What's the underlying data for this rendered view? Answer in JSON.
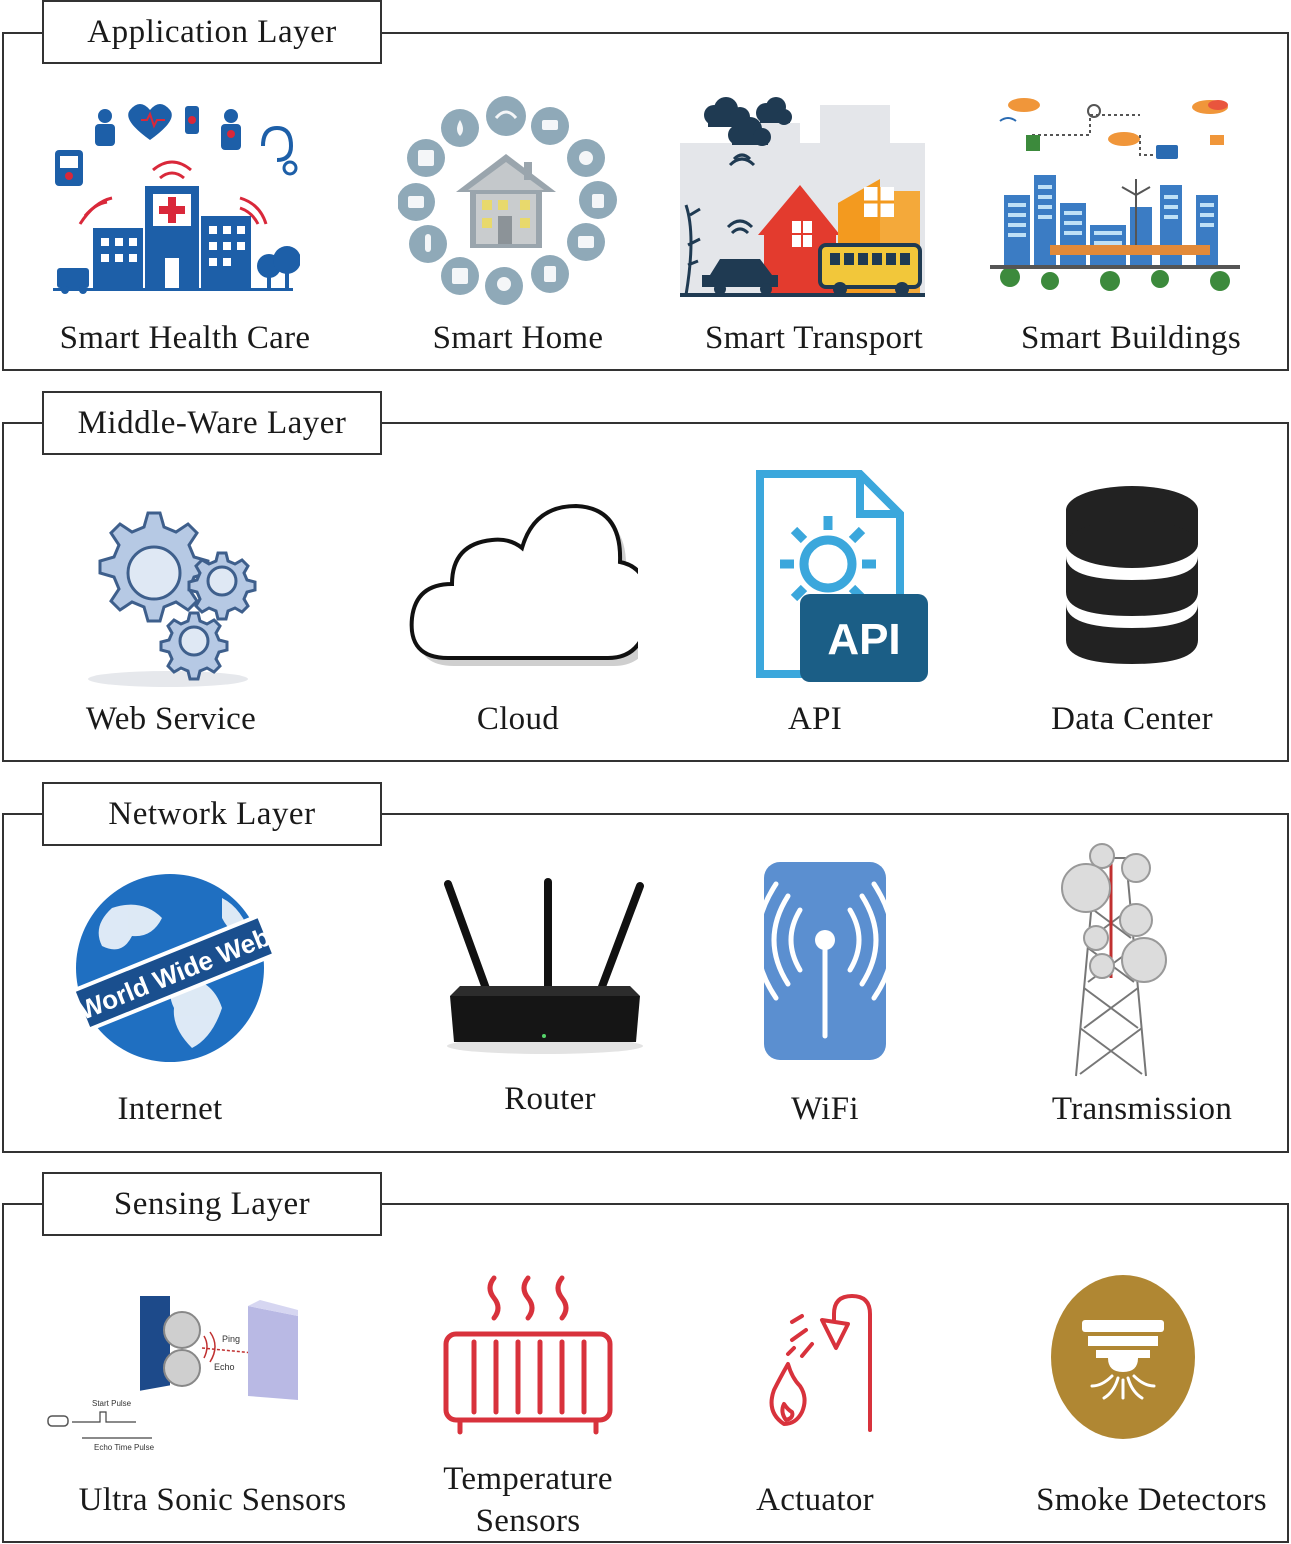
{
  "layers": [
    {
      "title": "Application Layer",
      "items": [
        {
          "label": "Smart Health Care",
          "icon": "hospital-icon"
        },
        {
          "label": "Smart Home",
          "icon": "smart-home-icon"
        },
        {
          "label": "Smart Transport",
          "icon": "city-transport-icon"
        },
        {
          "label": "Smart Buildings",
          "icon": "smart-buildings-icon"
        }
      ]
    },
    {
      "title": "Middle-Ware Layer",
      "items": [
        {
          "label": "Web Service",
          "icon": "gears-icon"
        },
        {
          "label": "Cloud",
          "icon": "cloud-icon"
        },
        {
          "label": "API",
          "icon": "api-file-icon",
          "badge": "API"
        },
        {
          "label": "Data Center",
          "icon": "database-icon"
        }
      ]
    },
    {
      "title": "Network Layer",
      "items": [
        {
          "label": "Internet",
          "icon": "globe-icon",
          "banner": "World Wide Web"
        },
        {
          "label": "Router",
          "icon": "router-icon"
        },
        {
          "label": "WiFi",
          "icon": "wifi-antenna-icon"
        },
        {
          "label": "Transmission",
          "icon": "transmission-tower-icon"
        }
      ]
    },
    {
      "title": "Sensing Layer",
      "items": [
        {
          "label": "Ultra Sonic Sensors",
          "icon": "ultrasonic-sensor-icon",
          "notes": [
            "Ping",
            "Echo",
            "Start Pulse",
            "Echo Time Pulse"
          ]
        },
        {
          "label_lines": [
            "Temperature",
            "Sensors"
          ],
          "icon": "heater-icon"
        },
        {
          "label": "Actuator",
          "icon": "sprinkler-icon"
        },
        {
          "label": "Smoke Detectors",
          "icon": "smoke-detector-icon"
        }
      ]
    }
  ],
  "colors": {
    "border": "#333333",
    "health_blue": "#1d5fa8",
    "health_red": "#d9283a",
    "home_grey": "#8fa9b8",
    "api_blue": "#1b5e86",
    "api_light": "#3ba7dc",
    "wifi_blue": "#5b8fd0",
    "sensor_red": "#d8323c",
    "smoke_gold": "#b08733"
  }
}
